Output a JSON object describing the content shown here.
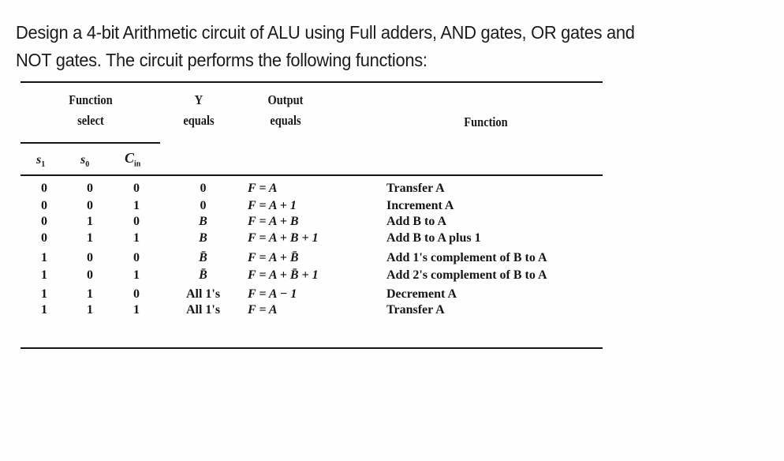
{
  "question": {
    "line1": "Design a 4-bit Arithmetic circuit of ALU using Full adders, AND gates, OR gates and",
    "line2": "NOT gates. The circuit performs the following functions:"
  },
  "table": {
    "headers": {
      "function_select_1": "Function",
      "function_select_2": "select",
      "y_1": "Y",
      "y_2": "equals",
      "output_1": "Output",
      "output_2": "equals",
      "function": "Function"
    },
    "sub_headers": {
      "s1": "s",
      "s1_sub": "1",
      "s0": "s",
      "s0_sub": "0",
      "cin": "C",
      "cin_sub": "in"
    },
    "rows": [
      {
        "s1": "0",
        "s0": "0",
        "cin": "0",
        "y": "0",
        "output": "F = A",
        "function": "Transfer A"
      },
      {
        "s1": "0",
        "s0": "0",
        "cin": "1",
        "y": "0",
        "output": "F = A + 1",
        "function": "Increment A"
      },
      {
        "s1": "0",
        "s0": "1",
        "cin": "0",
        "y": "B",
        "output": "F = A + B",
        "function": "Add B to A"
      },
      {
        "s1": "0",
        "s0": "1",
        "cin": "1",
        "y": "B",
        "output": "F = A + B + 1",
        "function": "Add B to A plus 1"
      },
      {
        "s1": "1",
        "s0": "0",
        "cin": "0",
        "y": "B̄",
        "output": "F = A + B̄",
        "function": "Add 1's complement of B to A"
      },
      {
        "s1": "1",
        "s0": "0",
        "cin": "1",
        "y": "B̄",
        "output": "F = A + B̄ + 1",
        "function": "Add 2's complement of B to A"
      },
      {
        "s1": "1",
        "s0": "1",
        "cin": "0",
        "y": "All 1's",
        "output": "F = A − 1",
        "function": "Decrement A"
      },
      {
        "s1": "1",
        "s0": "1",
        "cin": "1",
        "y": "All 1's",
        "output": "F = A",
        "function": "Transfer A"
      }
    ]
  }
}
